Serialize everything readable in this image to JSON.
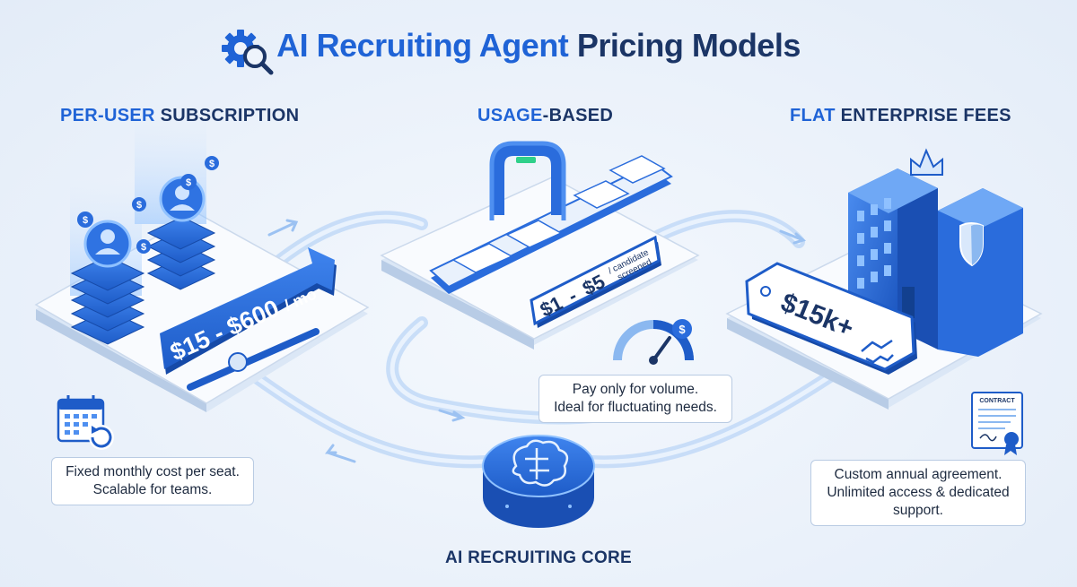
{
  "header": {
    "title_highlight": "AI Recruiting Agent",
    "title_rest": "Pricing Models",
    "icon": "gear-search-icon"
  },
  "models": [
    {
      "title_highlight": "PER-USER",
      "title_rest": "SUBSCRIPTION",
      "price": "$15 - $600",
      "price_unit": "/ mo",
      "description_line1": "Fixed monthly cost per seat.",
      "description_line2": "Scalable for teams.",
      "icons": [
        "user-stack-icon",
        "dollar-coin-icon",
        "calendar-refresh-icon",
        "slider-icon"
      ]
    },
    {
      "title_highlight": "USAGE",
      "title_rest": "-BASED",
      "price_low": "$1",
      "price_sep": "-",
      "price_high": "$5",
      "price_unit_line1": "/ candidate",
      "price_unit_line2": "screened",
      "description_line1": "Pay only for volume.",
      "description_line2": "Ideal for fluctuating needs.",
      "icons": [
        "scanner-conveyor-icon",
        "resume-card-icon",
        "gauge-dollar-icon"
      ]
    },
    {
      "title_highlight": "FLAT",
      "title_rest": "ENTERPRISE FEES",
      "price": "$15k+",
      "contract_label": "CONTRACT",
      "description_line1": "Custom annual agreement.",
      "description_line2": "Unlimited access & dedicated",
      "description_line3": "support.",
      "icons": [
        "enterprise-building-icon",
        "crown-icon",
        "shield-icon",
        "handshake-icon",
        "contract-icon"
      ]
    }
  ],
  "core": {
    "label": "AI RECRUITING CORE",
    "icon": "brain-circuit-icon"
  },
  "colors": {
    "accent": "#1f63d6",
    "dark": "#1b3566",
    "platform": "#f7faff",
    "light_blue": "#7fb3f5"
  }
}
